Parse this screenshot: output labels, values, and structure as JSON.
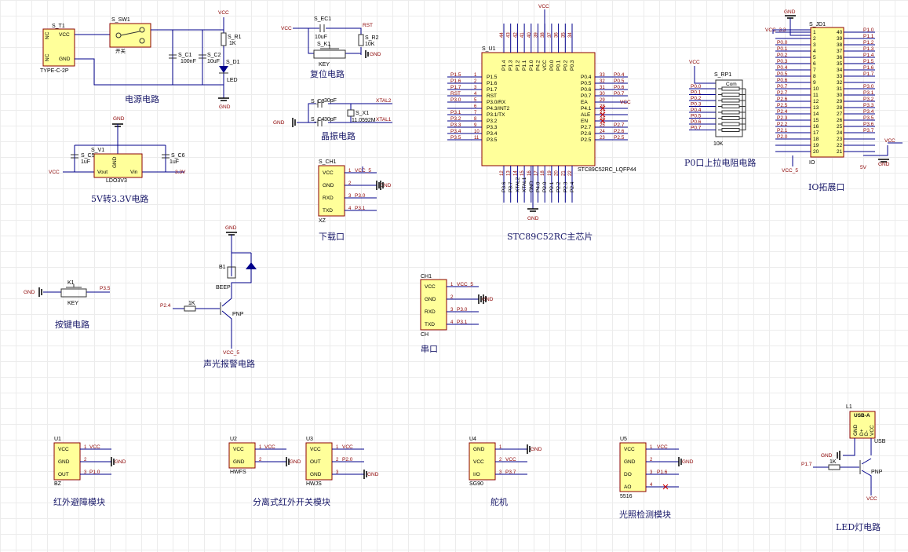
{
  "sections": {
    "power": "电源电路",
    "ldo": "5V转3.3V电路",
    "reset": "复位电路",
    "crystal": "晶振电路",
    "mcu": "STC89C52RC主芯片",
    "pullup": "P0口上拉电阻电路",
    "io": "IO拓展口",
    "download": "下载口",
    "key": "按键电路",
    "buzzer": "声光报警电路",
    "serial": "串口",
    "ir": "红外避障模块",
    "split_ir": "分离式红外开关模块",
    "servo": "舵机",
    "light": "光照检测模块",
    "led": "LED灯电路"
  },
  "power": {
    "conn_ref": "S_T1",
    "conn_part": "TYPE-C-2P",
    "pins": [
      "VCC",
      "GND",
      "NC",
      "NC"
    ],
    "sw_ref": "S_SW1",
    "sw_part": "开关",
    "c1": "S_C1",
    "c1v": "100nF",
    "c2": "S_C2",
    "c2v": "10uF",
    "r1": "S_R1",
    "r1v": "1K",
    "d1": "S_D1",
    "d1v": "LED",
    "vcc": "VCC",
    "gnd": "GND"
  },
  "ldo": {
    "ref": "S_V1",
    "part": "LDO3V3",
    "vout": "Vout",
    "vin": "Vin",
    "gnd": "GND",
    "c5": "S_C5",
    "c5v": "1uF",
    "c6": "S_C6",
    "c6v": "1uF",
    "vcc": "VCC",
    "v33": "3.3V"
  },
  "reset": {
    "ec1": "S_EC1",
    "ec1v": "10uF",
    "k1": "S_K1",
    "k1v": "KEY",
    "r2": "S_R2",
    "r2v": "10K",
    "rst": "RST",
    "vcc": "VCC",
    "gnd": "GND"
  },
  "crystal": {
    "c3": "S_C3",
    "c3v": "30pF",
    "c4": "S_C4",
    "c4v": "30pF",
    "x1": "S_X1",
    "x1v": "11.0592M",
    "xtal2": "XTAL2",
    "xtal1": "XTAL1",
    "gnd": "GND"
  },
  "mcu": {
    "ref": "S_U1",
    "part": "STC89C52RC_LQFP44",
    "vcc": "VCC",
    "gnd": "GND",
    "left": [
      "P1.5",
      "P1.6",
      "P1.7",
      "RST",
      "P3.0/RX",
      "P4.3/INT2",
      "P3.1/TX",
      "P3.2",
      "P3.3",
      "P3.4",
      "P3.5"
    ],
    "left_nets": [
      "P1.5",
      "P1.6",
      "P1.7",
      "RST",
      "P3.0",
      "",
      "P3.1",
      "P3.2",
      "P3.3",
      "P3.4",
      "P3.5"
    ],
    "right": [
      "P0.4",
      "P0.5",
      "P0.6",
      "P0.7",
      "EA",
      "P4.1",
      "ALE",
      "EN",
      "P2.7",
      "P2.6",
      "P2.5"
    ],
    "right_nets": [
      "P0.4",
      "P0.5",
      "P0.6",
      "P0.7",
      "VCC",
      "",
      "",
      "",
      "P2.7",
      "P2.6",
      "P2.5"
    ],
    "right_nums": [
      "33",
      "32",
      "31",
      "30",
      "29",
      "28",
      "27",
      "26",
      "25",
      "24",
      "23"
    ],
    "top": [
      "P1.4",
      "P1.3",
      "P1.2",
      "P1.1",
      "P1.0",
      "P4.2",
      "VCC",
      "P0.0",
      "P0.1",
      "P0.2",
      "P0.3"
    ],
    "bottom": [
      "P3.6",
      "P3.7",
      "XTAL2",
      "XTAL1",
      "GND",
      "P4.0",
      "P2.0",
      "P2.1",
      "P2.2",
      "P2.3",
      "P2.4"
    ]
  },
  "pullup": {
    "ref": "S_RP1",
    "value": "10K",
    "com": "Com",
    "vcc": "VCC",
    "nets": [
      "P0.0",
      "P0.1",
      "P0.2",
      "P0.3",
      "P0.4",
      "P0.5",
      "P0.6",
      "P0.7"
    ]
  },
  "io": {
    "ref": "S_JD1",
    "part": "IO",
    "vcc33": "VCC_3.3",
    "vcc5": "VCC_5",
    "v5": "5V",
    "vcc": "VCC",
    "gnd": "GND",
    "left_nets": [
      "",
      "",
      "P0.0",
      "P0.1",
      "P0.2",
      "P0.3",
      "P0.4",
      "P0.5",
      "P0.6",
      "P0.7",
      "P2.7",
      "P2.6",
      "P2.5",
      "P2.4",
      "P2.3",
      "P2.2",
      "P2.1",
      "P2.0",
      "",
      ""
    ],
    "right_nets": [
      "P1.0",
      "P1.1",
      "P1.2",
      "P1.3",
      "P1.4",
      "P1.5",
      "P1.6",
      "P1.7",
      "",
      "P3.0",
      "P3.1",
      "P3.2",
      "P3.3",
      "P3.4",
      "P3.5",
      "P3.6",
      "P3.7",
      "",
      "",
      ""
    ]
  },
  "download": {
    "ref": "S_CH1",
    "part": "XZ",
    "pins": [
      "VCC",
      "GND",
      "RXD",
      "TXD"
    ],
    "nets": [
      "VCC_5",
      "GND",
      "P3.0",
      "P3.1"
    ]
  },
  "key": {
    "ref": "K1",
    "part": "KEY",
    "gnd": "GND",
    "net": "P3.5"
  },
  "buzzer": {
    "b1": "B1",
    "b1v": "BEEP",
    "r": "1K",
    "q": "PNP",
    "net": "P2.4",
    "gnd": "GND",
    "vcc": "VCC_5"
  },
  "serial": {
    "ref": "CH1",
    "part": "CH",
    "pins": [
      "VCC",
      "GND",
      "RXD",
      "TXD"
    ],
    "nets": [
      "VCC_5",
      "GND",
      "P3.0",
      "P3.1"
    ]
  },
  "ir": {
    "ref": "U1",
    "part": "BZ",
    "pins": [
      "VCC",
      "GND",
      "OUT"
    ],
    "nets": [
      "VCC",
      "GND",
      "P1.0"
    ]
  },
  "split_ir": {
    "u2": "U2",
    "u2p": "HWFS",
    "u2pins": [
      "VCC",
      "GND"
    ],
    "u2nets": [
      "VCC",
      "GND"
    ],
    "u3": "U3",
    "u3p": "HWJS",
    "u3pins": [
      "VCC",
      "OUT",
      "GND"
    ],
    "u3nets": [
      "VCC",
      "P2.0",
      "GND"
    ]
  },
  "servo": {
    "ref": "U4",
    "part": "SG90",
    "pins": [
      "GND",
      "VCC",
      "I/O"
    ],
    "nets": [
      "GND",
      "VCC",
      "P3.7"
    ]
  },
  "light": {
    "ref": "U5",
    "part": "5516",
    "pins": [
      "VCC",
      "GND",
      "DO",
      "AO"
    ],
    "nets": [
      "VCC",
      "GND",
      "P1.6",
      ""
    ]
  },
  "led": {
    "ref": "L1",
    "part": "USB",
    "conn": "USB-A",
    "pins": [
      "GND",
      "D+",
      "D-",
      "VCC"
    ],
    "r": "1K",
    "q": "PNP",
    "net": "P1.7",
    "gnd": "GND",
    "vcc": "VCC"
  }
}
